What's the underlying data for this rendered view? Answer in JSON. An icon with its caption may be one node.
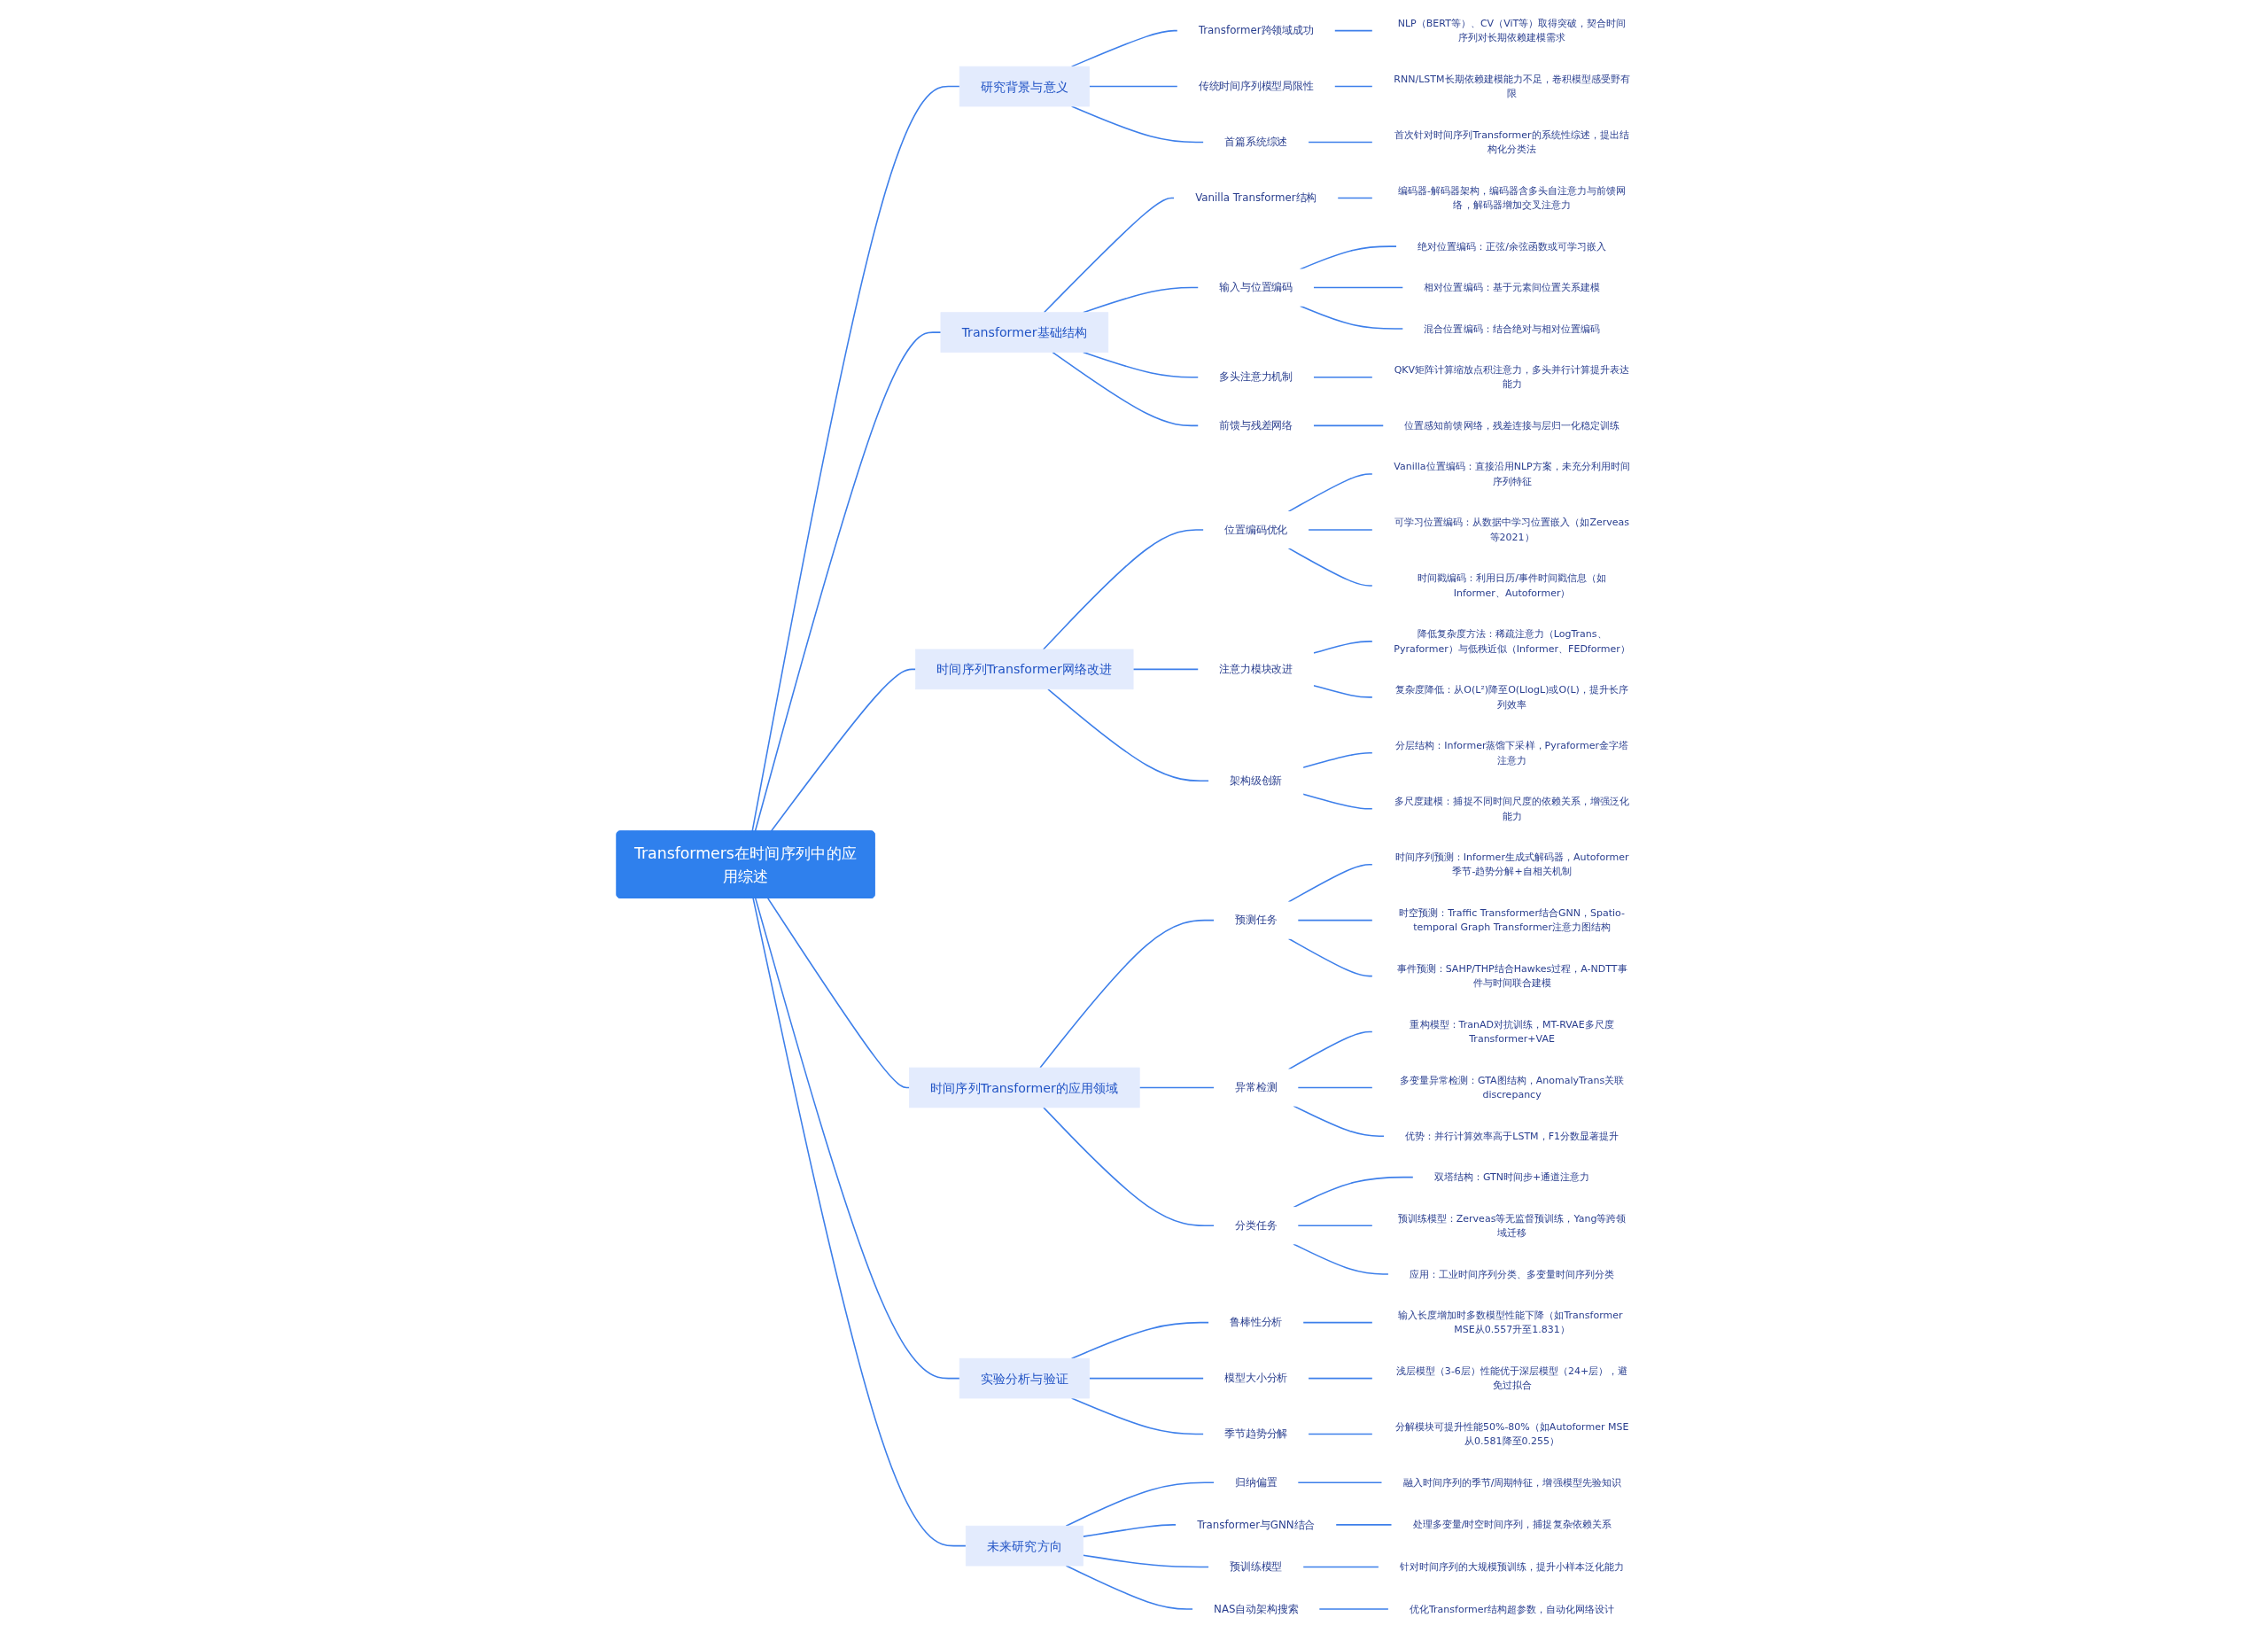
{
  "diagram": {
    "nodes": [
      {
        "text": [
          "Transformers在时间序列中的应用综述"
        ]
      },
      {
        "text": [
          "研究背景与意义"
        ]
      },
      {
        "text": [
          "Transformer跨领域成功"
        ]
      },
      {
        "text": [
          "NLP（BERT等）、CV（ViT等）取得突破，契合时间序列对长期依赖建模需求"
        ]
      },
      {
        "text": [
          "传统时间序列模型局限性"
        ]
      },
      {
        "text": [
          "RNN/LSTM长期依赖建模能力不足，卷积模型感受野有限"
        ]
      },
      {
        "text": [
          "首篇系统综述"
        ]
      },
      {
        "text": [
          "首次针对时间序列Transformer的系统性综述，提出结构化分类法"
        ]
      },
      {
        "text": [
          "Transformer基础结构"
        ]
      },
      {
        "text": [
          "Vanilla Transformer结构"
        ]
      },
      {
        "text": [
          "编码器-解码器架构，编码器含多头自注意力与前馈网络，解码器增加交叉注意力"
        ]
      },
      {
        "text": [
          "输入与位置编码"
        ]
      },
      {
        "text": [
          "绝对位置编码：正弦/余弦函数或可学习嵌入"
        ]
      },
      {
        "text": [
          "相对位置编码：基于元素间位置关系建模"
        ]
      },
      {
        "text": [
          "混合位置编码：结合绝对与相对位置编码"
        ]
      },
      {
        "text": [
          "多头注意力机制"
        ]
      },
      {
        "text": [
          "QKV矩阵计算缩放点积注意力，多头并行计算提升表达能力"
        ]
      },
      {
        "text": [
          "前馈与残差网络"
        ]
      },
      {
        "text": [
          "位置感知前馈网络，残差连接与层归一化稳定训练"
        ]
      },
      {
        "text": [
          "时间序列Transformer网络改进"
        ]
      },
      {
        "text": [
          "位置编码优化"
        ]
      },
      {
        "text": [
          "Vanilla位置编码：直接沿用NLP方案，未充分利用时间序列特征"
        ]
      },
      {
        "text": [
          "可学习位置编码：从数据中学习位置嵌入（如Zerveas等2021）"
        ]
      },
      {
        "text": [
          "时间戳编码：利用日历/事件时间戳信息（如Informer、Autoformer）"
        ]
      },
      {
        "text": [
          "注意力模块改进"
        ]
      },
      {
        "text": [
          "降低复杂度方法：稀疏注意力（LogTrans、Pyraformer）与低秩近似（Informer、FEDformer）"
        ]
      },
      {
        "text": [
          "复杂度降低：从O(L²)降至O(LlogL)或O(L)，提升长序列效率"
        ]
      },
      {
        "text": [
          "架构级创新"
        ]
      },
      {
        "text": [
          "分层结构：Informer蒸馏下采样，Pyraformer金字塔注意力"
        ]
      },
      {
        "text": [
          "多尺度建模：捕捉不同时间尺度的依赖关系，增强泛化能力"
        ]
      },
      {
        "text": [
          "时间序列Transformer的应用领域"
        ]
      },
      {
        "text": [
          "预测任务"
        ]
      },
      {
        "text": [
          "时间序列预测：Informer生成式解码器，Autoformer季节-趋势分解+自相关机制"
        ]
      },
      {
        "text": [
          "时空预测：Traffic Transformer结合GNN，Spatio-temporal Graph Transformer注意力图结构"
        ]
      },
      {
        "text": [
          "事件预测：SAHP/THP结合Hawkes过程，A-NDTT事件与时间联合建模"
        ]
      },
      {
        "text": [
          "异常检测"
        ]
      },
      {
        "text": [
          "重构模型：TranAD对抗训练，MT-RVAE多尺度Transformer+VAE"
        ]
      },
      {
        "text": [
          "多变量异常检测：GTA图结构，AnomalyTrans关联discrepancy"
        ]
      },
      {
        "text": [
          "优势：并行计算效率高于LSTM，F1分数显著提升"
        ]
      },
      {
        "text": [
          "分类任务"
        ]
      },
      {
        "text": [
          "双塔结构：GTN时间步+通道注意力"
        ]
      },
      {
        "text": [
          "预训练模型：Zerveas等无监督预训练，Yang等跨领域迁移"
        ]
      },
      {
        "text": [
          "应用：工业时间序列分类、多变量时间序列分类"
        ]
      },
      {
        "text": [
          "实验分析与验证"
        ]
      },
      {
        "text": [
          "鲁棒性分析"
        ]
      },
      {
        "text": [
          "输入长度增加时多数模型性能下降（如Transformer MSE从0.557升至1.831）"
        ]
      },
      {
        "text": [
          "模型大小分析"
        ]
      },
      {
        "text": [
          "浅层模型（3-6层）性能优于深层模型（24+层），避免过拟合"
        ]
      },
      {
        "text": [
          "季节趋势分解"
        ]
      },
      {
        "text": [
          "分解模块可提升性能50%-80%（如Autoformer MSE从0.581降至0.255）"
        ]
      },
      {
        "text": [
          "未来研究方向"
        ]
      },
      {
        "text": [
          "归纳偏置"
        ]
      },
      {
        "text": [
          "融入时间序列的季节/周期特征，增强模型先验知识"
        ]
      },
      {
        "text": [
          "Transformer与GNN结合"
        ]
      },
      {
        "text": [
          "处理多变量/时空时间序列，捕捉复杂依赖关系"
        ]
      },
      {
        "text": [
          "预训练模型"
        ]
      },
      {
        "text": [
          "针对时间序列的大规模预训练，提升小样本泛化能力"
        ]
      },
      {
        "text": [
          "NAS自动架构搜索"
        ]
      },
      {
        "text": [
          "优化Transformer结构超参数，自动化网络设计"
        ]
      }
    ],
    "edges": [
      {
        "from": 0,
        "to": 1,
        "arrow": "none"
      },
      {
        "from": 1,
        "to": 2,
        "arrow": "none"
      },
      {
        "from": 2,
        "to": 3,
        "arrow": "none"
      },
      {
        "from": 1,
        "to": 4,
        "arrow": "none"
      },
      {
        "from": 4,
        "to": 5,
        "arrow": "none"
      },
      {
        "from": 1,
        "to": 6,
        "arrow": "none"
      },
      {
        "from": 6,
        "to": 7,
        "arrow": "none"
      },
      {
        "from": 0,
        "to": 8,
        "arrow": "none"
      },
      {
        "from": 8,
        "to": 9,
        "arrow": "none"
      },
      {
        "from": 9,
        "to": 10,
        "arrow": "none"
      },
      {
        "from": 8,
        "to": 11,
        "arrow": "none"
      },
      {
        "from": 11,
        "to": 12,
        "arrow": "none"
      },
      {
        "from": 11,
        "to": 13,
        "arrow": "none"
      },
      {
        "from": 11,
        "to": 14,
        "arrow": "none"
      },
      {
        "from": 8,
        "to": 15,
        "arrow": "none"
      },
      {
        "from": 15,
        "to": 16,
        "arrow": "none"
      },
      {
        "from": 8,
        "to": 17,
        "arrow": "none"
      },
      {
        "from": 17,
        "to": 18,
        "arrow": "none"
      },
      {
        "from": 0,
        "to": 19,
        "arrow": "none"
      },
      {
        "from": 19,
        "to": 20,
        "arrow": "none"
      },
      {
        "from": 20,
        "to": 21,
        "arrow": "none"
      },
      {
        "from": 20,
        "to": 22,
        "arrow": "none"
      },
      {
        "from": 20,
        "to": 23,
        "arrow": "none"
      },
      {
        "from": 19,
        "to": 24,
        "arrow": "none"
      },
      {
        "from": 24,
        "to": 25,
        "arrow": "none"
      },
      {
        "from": 24,
        "to": 26,
        "arrow": "none"
      },
      {
        "from": 19,
        "to": 27,
        "arrow": "none"
      },
      {
        "from": 27,
        "to": 28,
        "arrow": "none"
      },
      {
        "from": 27,
        "to": 29,
        "arrow": "none"
      },
      {
        "from": 0,
        "to": 30,
        "arrow": "none"
      },
      {
        "from": 30,
        "to": 31,
        "arrow": "none"
      },
      {
        "from": 31,
        "to": 32,
        "arrow": "none"
      },
      {
        "from": 31,
        "to": 33,
        "arrow": "none"
      },
      {
        "from": 31,
        "to": 34,
        "arrow": "none"
      },
      {
        "from": 30,
        "to": 35,
        "arrow": "none"
      },
      {
        "from": 35,
        "to": 36,
        "arrow": "none"
      },
      {
        "from": 35,
        "to": 37,
        "arrow": "none"
      },
      {
        "from": 35,
        "to": 38,
        "arrow": "none"
      },
      {
        "from": 30,
        "to": 39,
        "arrow": "none"
      },
      {
        "from": 39,
        "to": 40,
        "arrow": "none"
      },
      {
        "from": 39,
        "to": 41,
        "arrow": "none"
      },
      {
        "from": 39,
        "to": 42,
        "arrow": "none"
      },
      {
        "from": 0,
        "to": 43,
        "arrow": "none"
      },
      {
        "from": 43,
        "to": 44,
        "arrow": "none"
      },
      {
        "from": 44,
        "to": 45,
        "arrow": "none"
      },
      {
        "from": 43,
        "to": 46,
        "arrow": "none"
      },
      {
        "from": 46,
        "to": 47,
        "arrow": "none"
      },
      {
        "from": 43,
        "to": 48,
        "arrow": "none"
      },
      {
        "from": 48,
        "to": 49,
        "arrow": "none"
      },
      {
        "from": 0,
        "to": 50,
        "arrow": "none"
      },
      {
        "from": 50,
        "to": 51,
        "arrow": "none"
      },
      {
        "from": 51,
        "to": 52,
        "arrow": "none"
      },
      {
        "from": 50,
        "to": 53,
        "arrow": "none"
      },
      {
        "from": 53,
        "to": 54,
        "arrow": "none"
      },
      {
        "from": 50,
        "to": 55,
        "arrow": "none"
      },
      {
        "from": 55,
        "to": 56,
        "arrow": "none"
      },
      {
        "from": 50,
        "to": 57,
        "arrow": "none"
      },
      {
        "from": 57,
        "to": 58,
        "arrow": "none"
      }
    ]
  }
}
